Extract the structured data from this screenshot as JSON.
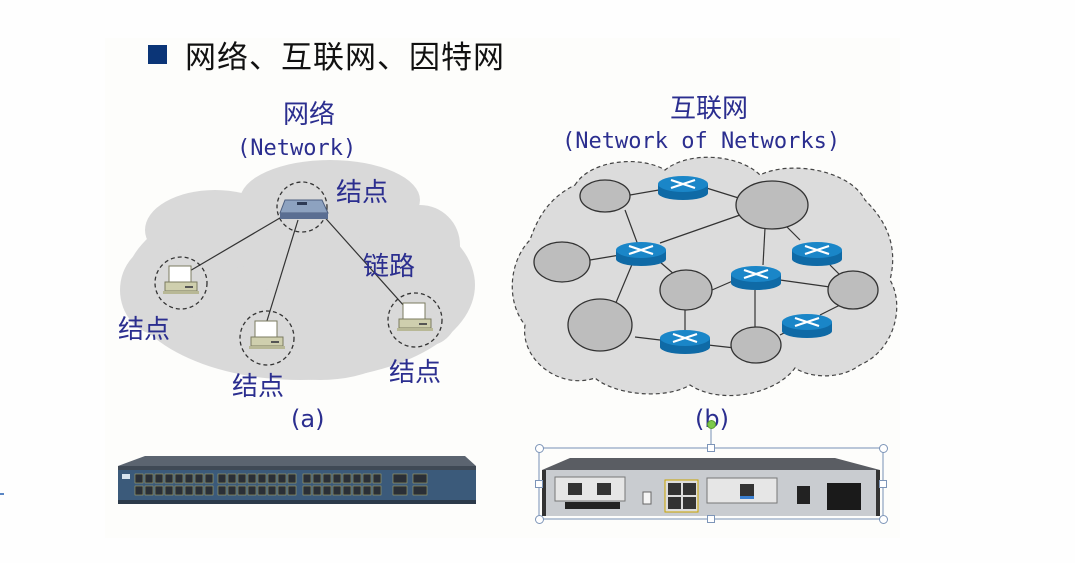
{
  "slide": {
    "heading": "网络、互联网、因特网",
    "bullet_color": "#0b3577",
    "caption_color": "#2b2e8f"
  },
  "figure_a": {
    "title_cn": "网络",
    "title_en": "(Network)",
    "node_labels": [
      "结点",
      "结点",
      "结点",
      "结点"
    ],
    "link_label": "链路",
    "sub_label": "(a)",
    "hub_icon": "hub-icon",
    "host_icon": "computer-icon"
  },
  "figure_b": {
    "title_cn": "互联网",
    "title_en": "(Network of Networks)",
    "sub_label": "(b)",
    "router_icon": "router-icon",
    "router_color": "#1a86c8",
    "subnet_icon": "cloud-icon"
  },
  "photos": {
    "left": "network-switch-photo",
    "right": "router-rear-panel-photo",
    "right_selected": true
  }
}
